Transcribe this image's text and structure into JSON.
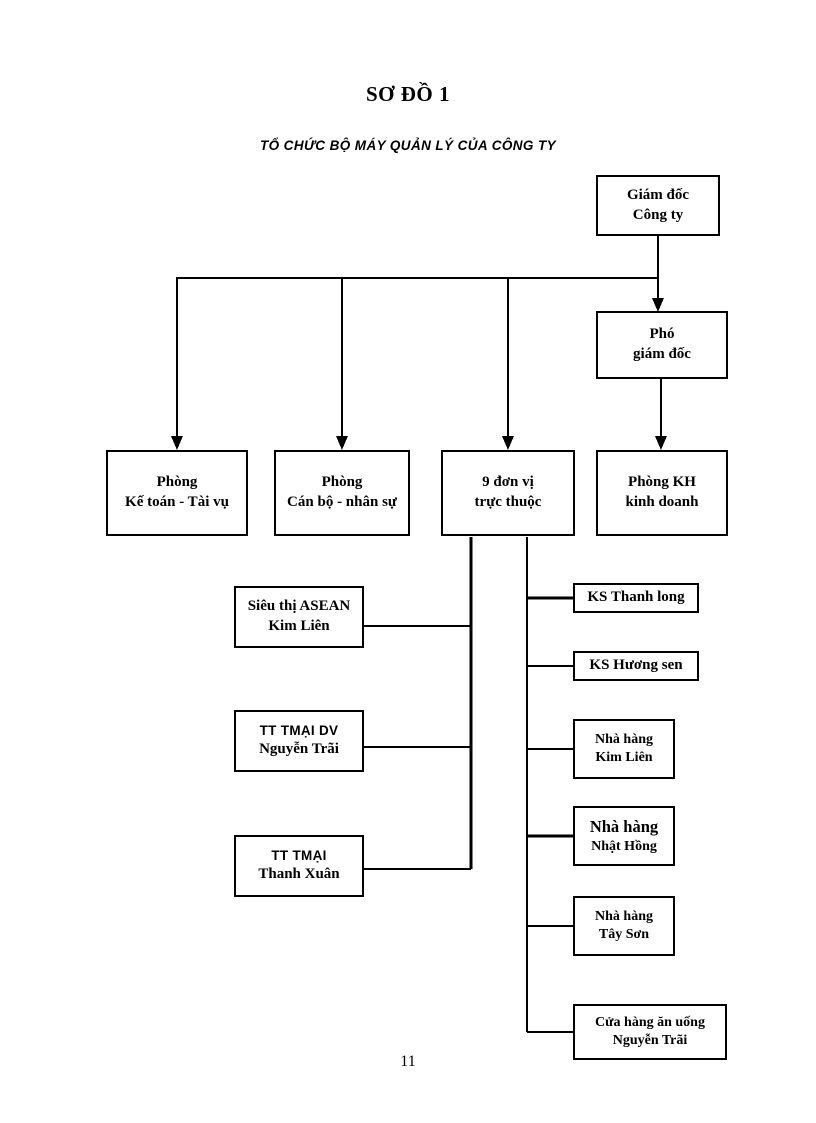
{
  "document": {
    "title": "SƠ ĐỒ 1",
    "subtitle": "TỔ CHỨC BỘ MÁY QUẢN LÝ CỦA CÔNG TY",
    "page_number": "11"
  },
  "chart_data": {
    "type": "diagram",
    "diagram_kind": "organizational-chart",
    "title": "SƠ ĐỒ 1",
    "subtitle": "TỔ CHỨC BỘ MÁY QUẢN LÝ CỦA CÔNG TY",
    "nodes": [
      {
        "id": "director",
        "line1": "Giám đốc",
        "line2": "Công ty",
        "level": 0
      },
      {
        "id": "deputy",
        "line1": "Phó",
        "line2": "giám đốc",
        "level": 1
      },
      {
        "id": "dept-acct",
        "line1": "Phòng",
        "line2": "Kế toán - Tài vụ",
        "level": 2
      },
      {
        "id": "dept-hr",
        "line1": "Phòng",
        "line2": "Cán bộ - nhân sự",
        "level": 2
      },
      {
        "id": "units-9",
        "line1": "9 đơn vị",
        "line2": "trực thuộc",
        "level": 2
      },
      {
        "id": "dept-sales",
        "line1": "Phòng KH",
        "line2": "kinh doanh",
        "level": 2
      },
      {
        "id": "sup-asean",
        "line1": "Siêu thị ASEAN",
        "line2": "Kim Liên",
        "level": 3
      },
      {
        "id": "tt-tmai-dv",
        "line1": "TT TMẠI DV",
        "line2": "Nguyễn Trãi",
        "level": 3
      },
      {
        "id": "tt-tmai-tx",
        "line1": "TT TMẠI",
        "line2": "Thanh Xuân",
        "level": 3
      },
      {
        "id": "ks-thanhlong",
        "line1": "KS Thanh long",
        "line2": "",
        "level": 3
      },
      {
        "id": "ks-huongsen",
        "line1": "KS Hương sen",
        "line2": "",
        "level": 3
      },
      {
        "id": "nh-kimlien",
        "line1": "Nhà hàng",
        "line2": "Kim Liên",
        "level": 3
      },
      {
        "id": "nh-nhathong",
        "line1": "Nhà hàng",
        "line2": "Nhật Hồng",
        "level": 3
      },
      {
        "id": "nh-tayson",
        "line1": "Nhà hàng",
        "line2": "Tây Sơn",
        "level": 3
      },
      {
        "id": "ch-anuong",
        "line1": "Cửa hàng ăn uống",
        "line2": "Nguyễn Trãi",
        "level": 3
      }
    ],
    "edges": [
      {
        "from": "director",
        "to": "deputy",
        "arrow": true
      },
      {
        "from": "director",
        "to": "dept-acct",
        "arrow": true
      },
      {
        "from": "director",
        "to": "dept-hr",
        "arrow": true
      },
      {
        "from": "director",
        "to": "units-9",
        "arrow": true
      },
      {
        "from": "deputy",
        "to": "dept-sales",
        "arrow": true
      },
      {
        "from": "units-9",
        "to": "sup-asean",
        "arrow": false
      },
      {
        "from": "units-9",
        "to": "tt-tmai-dv",
        "arrow": false
      },
      {
        "from": "units-9",
        "to": "tt-tmai-tx",
        "arrow": false
      },
      {
        "from": "units-9",
        "to": "ks-thanhlong",
        "arrow": false
      },
      {
        "from": "units-9",
        "to": "ks-huongsen",
        "arrow": false
      },
      {
        "from": "units-9",
        "to": "nh-kimlien",
        "arrow": false
      },
      {
        "from": "units-9",
        "to": "nh-nhathong",
        "arrow": false
      },
      {
        "from": "units-9",
        "to": "nh-tayson",
        "arrow": false
      },
      {
        "from": "units-9",
        "to": "ch-anuong",
        "arrow": false
      }
    ],
    "colors": {
      "line": "#000000",
      "box_border": "#000000",
      "background": "#ffffff",
      "text": "#000000"
    }
  },
  "nodes": {
    "director": {
      "line1": "Giám đốc",
      "line2": "Công ty"
    },
    "deputy": {
      "line1": "Phó",
      "line2": "giám đốc"
    },
    "dept_acct": {
      "line1": "Phòng",
      "line2": "Kế toán - Tài vụ"
    },
    "dept_hr": {
      "line1": "Phòng",
      "line2": "Cán bộ - nhân sự"
    },
    "units9": {
      "line1": "9 đơn vị",
      "line2": "trực thuộc"
    },
    "dept_sales": {
      "line1": "Phòng KH",
      "line2": "kinh doanh"
    },
    "sup_asean": {
      "line1": "Siêu thị ASEAN",
      "line2": "Kim Liên"
    },
    "tt_tmai_dv": {
      "line1": "TT TMẠI DV",
      "line2": "Nguyễn Trãi"
    },
    "tt_tmai_tx": {
      "line1": "TT TMẠI",
      "line2": "Thanh Xuân"
    },
    "ks_thanhlong": {
      "line1": "KS Thanh long",
      "line2": ""
    },
    "ks_huongsen": {
      "line1": "KS Hương sen",
      "line2": ""
    },
    "nh_kimlien": {
      "line1": "Nhà hàng",
      "line2": "Kim Liên"
    },
    "nh_nhathong": {
      "line1": "Nhà hàng",
      "line2": "Nhật Hồng"
    },
    "nh_tayson": {
      "line1": "Nhà hàng",
      "line2": "Tây Sơn"
    },
    "ch_anuong": {
      "line1": "Cửa hàng ăn uống",
      "line2": "Nguyễn Trãi"
    }
  }
}
